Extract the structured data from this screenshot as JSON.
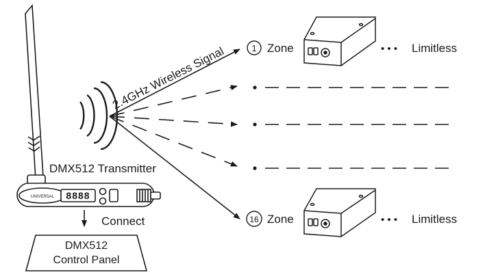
{
  "signal_label": "2.4GHz Wireless Signal",
  "transmitter": {
    "label": "DMX512 Transmitter",
    "display": "8888",
    "brand": "UNIVERSAL"
  },
  "connect_label": "Connect",
  "control_panel": {
    "line1": "DMX512",
    "line2": "Control Panel"
  },
  "zones": [
    {
      "number": "1",
      "label": "Zone",
      "ellipsis": "• • •",
      "limit_label": "Limitless"
    },
    {
      "number": "16",
      "label": "Zone",
      "ellipsis": "• • •",
      "limit_label": "Limitless"
    }
  ],
  "colors": {
    "line": "#1a1a1a",
    "background": "#ffffff"
  }
}
